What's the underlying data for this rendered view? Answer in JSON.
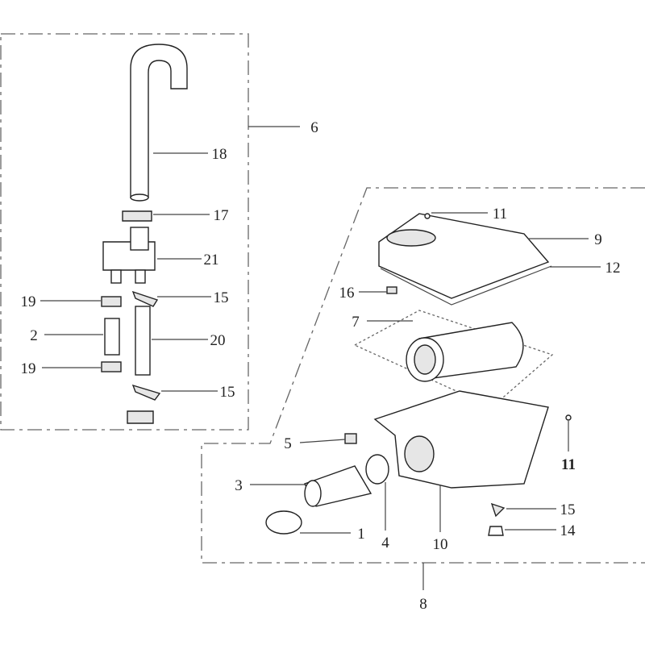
{
  "labels": {
    "l6": "6",
    "l18": "18",
    "l17": "17",
    "l21": "21",
    "l19a": "19",
    "l15a": "15",
    "l2": "2",
    "l20": "20",
    "l19b": "19",
    "l15b": "15",
    "l11a": "11",
    "l9": "9",
    "l12": "12",
    "l16": "16",
    "l7": "7",
    "l5": "5",
    "l11b": "11",
    "l3": "3",
    "l4": "4",
    "l10": "10",
    "l15c": "15",
    "l14": "14",
    "l1": "1",
    "l8": "8"
  }
}
